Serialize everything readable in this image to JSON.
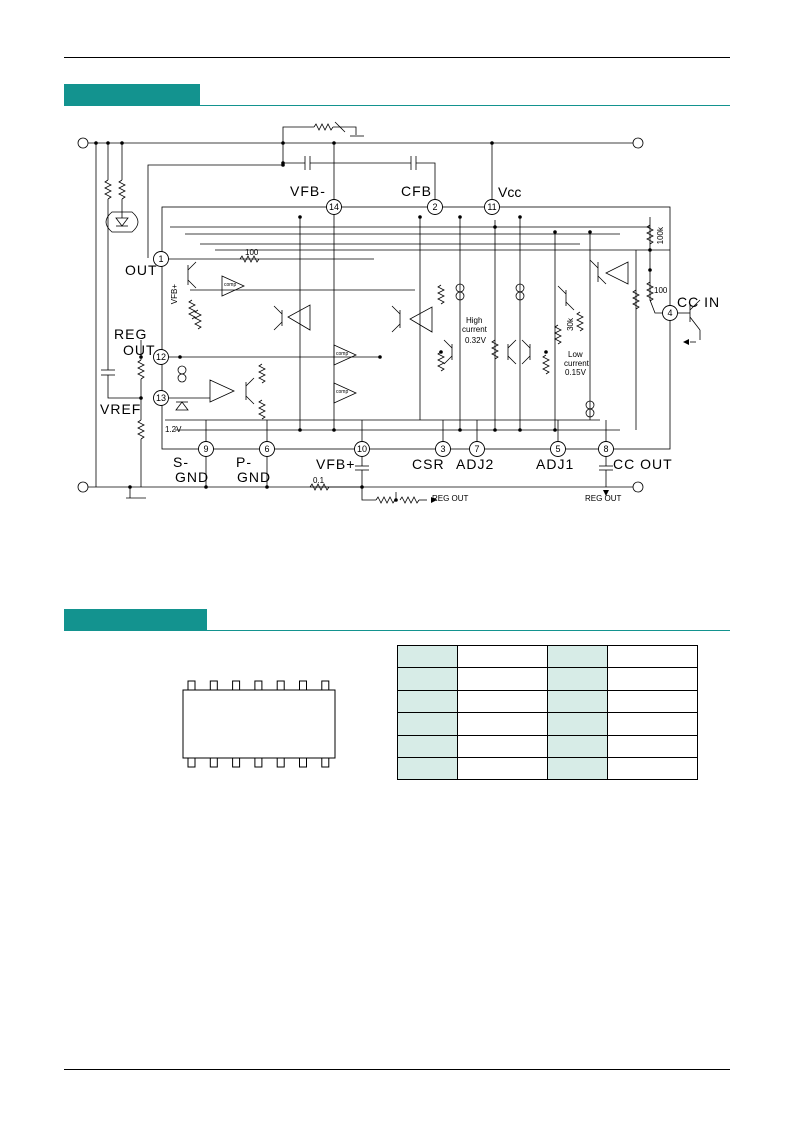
{
  "colors": {
    "accent": "#13938f",
    "cell_tint": "#d7ece7",
    "line": "#000000"
  },
  "diagram": {
    "pins": [
      {
        "num": "1",
        "label": "OUT"
      },
      {
        "num": "2",
        "label": "CFB"
      },
      {
        "num": "3",
        "label": "CSR"
      },
      {
        "num": "4",
        "label": "CC IN"
      },
      {
        "num": "5",
        "label": "ADJ1"
      },
      {
        "num": "6",
        "label": "P-GND"
      },
      {
        "num": "7",
        "label": "ADJ2"
      },
      {
        "num": "8",
        "label": "CC OUT"
      },
      {
        "num": "9",
        "label": "S-GND"
      },
      {
        "num": "10",
        "label": "VFB+"
      },
      {
        "num": "11",
        "label": "Vcc"
      },
      {
        "num": "12",
        "label": "REG OUT"
      },
      {
        "num": "13",
        "label": "VREF"
      },
      {
        "num": "14",
        "label": "VFB-"
      }
    ],
    "labels": {
      "vfb_minus": "VFB-",
      "cfb": "CFB",
      "vcc": "Vcc",
      "out": "OUT",
      "reg": "REG",
      "reg_out": "OUT",
      "vref": "VREF",
      "cc_in": "CC IN",
      "s": "S-",
      "s_gnd": "GND",
      "p": "P-",
      "p_gnd": "GND",
      "vfb_plus": "VFB+",
      "csr": "CSR",
      "adj2": "ADJ2",
      "adj1": "ADJ1",
      "cc_out": "CC OUT",
      "reg_out_small1": "REG OUT",
      "reg_out_small2": "REG OUT",
      "r100_top": "100",
      "r100k": "100k",
      "r100_right": "100",
      "r30k": "30k",
      "r01": "0.1",
      "v12": "1.2V",
      "vfb_plus_small": "VFB+",
      "high": "High",
      "current_h": "current",
      "v032": "0.32V",
      "low": "Low",
      "current_l": "current",
      "v015": "0.15V",
      "comp": "comp"
    }
  },
  "package": {
    "pins_per_side": 7
  },
  "pin_table": {
    "rows": [
      [
        "",
        "",
        "",
        ""
      ],
      [
        "",
        "",
        "",
        ""
      ],
      [
        "",
        "",
        "",
        ""
      ],
      [
        "",
        "",
        "",
        ""
      ],
      [
        "",
        "",
        "",
        ""
      ],
      [
        "",
        "",
        "",
        ""
      ]
    ]
  }
}
